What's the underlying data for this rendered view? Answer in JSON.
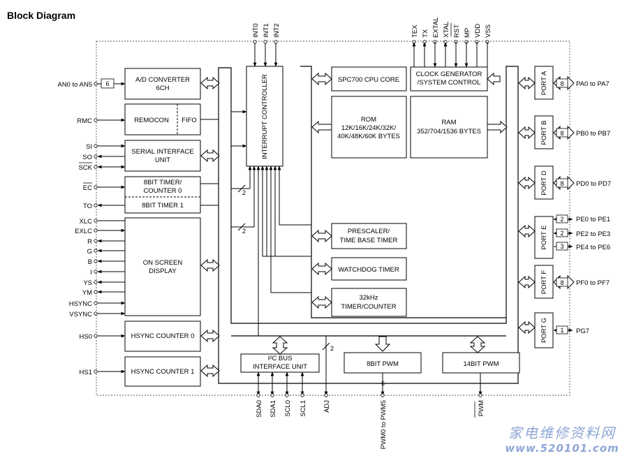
{
  "title": "Block Diagram",
  "blocks": {
    "adc_a": "A/D CONVERTER",
    "adc_b": "6CH",
    "remocon": "REMOCON",
    "fifo": "FIFO",
    "serial_a": "SERIAL INTERFACE",
    "serial_b": "UNIT",
    "timer0_a": "8BIT TIMER/",
    "timer0_b": "COUNTER 0",
    "timer1": "8BIT TIMER 1",
    "osd_a": "ON SCREEN",
    "osd_b": "DISPLAY",
    "hs0": "HSYNC COUNTER 0",
    "hs1": "HSYNC COUNTER 1",
    "intc": "INTERRUPT CONTROLLER",
    "cpu": "SPC700 CPU CORE",
    "clk_a": "CLOCK GENERATOR",
    "clk_b": "/SYSTEM CONTROL",
    "rom_a": "ROM",
    "rom_b": "12K/16K/24K/32K/",
    "rom_c": "40K/48K/60K BYTES",
    "ram_a": "RAM",
    "ram_b": "352/704/1536 BYTES",
    "presc_a": "PRESCALER/",
    "presc_b": "TIME BASE TIMER",
    "wdt": "WATCHDOG TIMER",
    "t32_a": "32kHz",
    "t32_b": "TIMER/COUNTER",
    "i2c_a": "I²C BUS",
    "i2c_b": "INTERFACE UNIT",
    "pwm8": "8BIT PWM",
    "pwm14": "14BIT PWM",
    "port_a": "PORT A",
    "port_b": "PORT B",
    "port_d": "PORT D",
    "port_e": "PORT E",
    "port_f": "PORT F",
    "port_g": "PORT G"
  },
  "left_pins": {
    "an": "AN0 to AN5",
    "rmc": "RMC",
    "si": "SI",
    "so": "SO",
    "sck": "SCK",
    "ec": "EC",
    "to": "TO",
    "xlc": "XLC",
    "exlc": "EXLC",
    "r": "R",
    "g": "G",
    "b": "B",
    "i": "I",
    "ys": "YS",
    "ym": "YM",
    "hsync": "HSYNC",
    "vsync": "VSYNC",
    "hs0": "HS0",
    "hs1": "HS1"
  },
  "top_pins": {
    "int0": "INT0",
    "int1": "INT1",
    "int2": "INT2",
    "tex": "TEX",
    "tx": "TX",
    "extal": "EXTAL",
    "xtal": "XTAL",
    "rst": "RST",
    "mp": "MP",
    "vdd": "VDD",
    "vss": "VSS"
  },
  "right_pins": {
    "pa": "PA0 to PA7",
    "pb": "PB0 to PB7",
    "pd": "PD0 to PD7",
    "pe0": "PE0 to PE1",
    "pe2": "PE2 to PE3",
    "pe4": "PE4 to PE6",
    "pf": "PF0 to PF7",
    "pg": "PG7"
  },
  "bottom_pins": {
    "sda0": "SDA0",
    "sda1": "SDA1",
    "scl0": "SCL0",
    "scl1": "SCL1",
    "adj": "ADJ",
    "pwm_range": "PWM0 to PWM5",
    "pwm": "PWM"
  },
  "bus_widths": {
    "an": "6",
    "intr_a": "2",
    "intr_b": "2",
    "adj": "2",
    "pwm": "6",
    "pa": "8",
    "pb": "8",
    "pd": "8",
    "pe0": "2",
    "pe2": "2",
    "pe4": "3",
    "pf": "8",
    "pg": "1"
  },
  "watermark": {
    "cn": "家电维修资料网",
    "url": "www.520101.com"
  }
}
